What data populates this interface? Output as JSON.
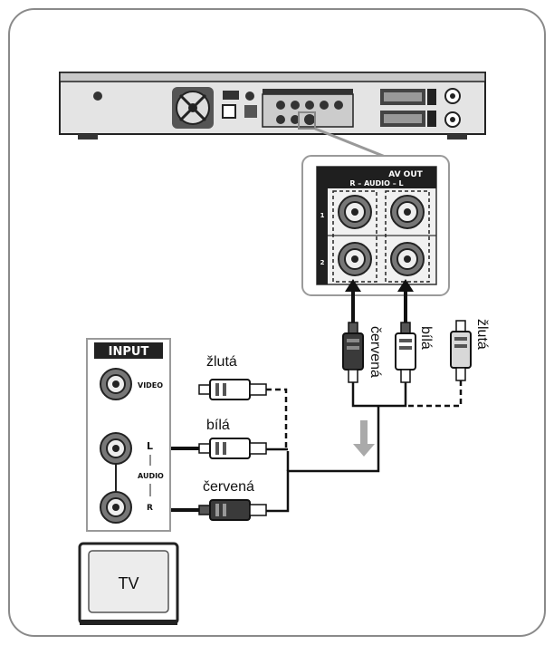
{
  "panel": {
    "av_out_title": "AV OUT",
    "audio_label": "R – AUDIO – L",
    "row_1": "1",
    "row_2": "2"
  },
  "tv_input": {
    "title": "INPUT",
    "video": "VIDEO",
    "audio": "AUDIO",
    "left": "L",
    "right": "R"
  },
  "cables": {
    "left_yellow": "žlutá",
    "left_white": "bílá",
    "left_red": "červená",
    "right_red": "červená",
    "right_white": "bílá",
    "right_yellow": "žlutá"
  },
  "tv": {
    "label": "TV"
  },
  "colors": {
    "frame": "#8a8a8a",
    "background": "#ffffff",
    "device": "#3a3a3a"
  }
}
